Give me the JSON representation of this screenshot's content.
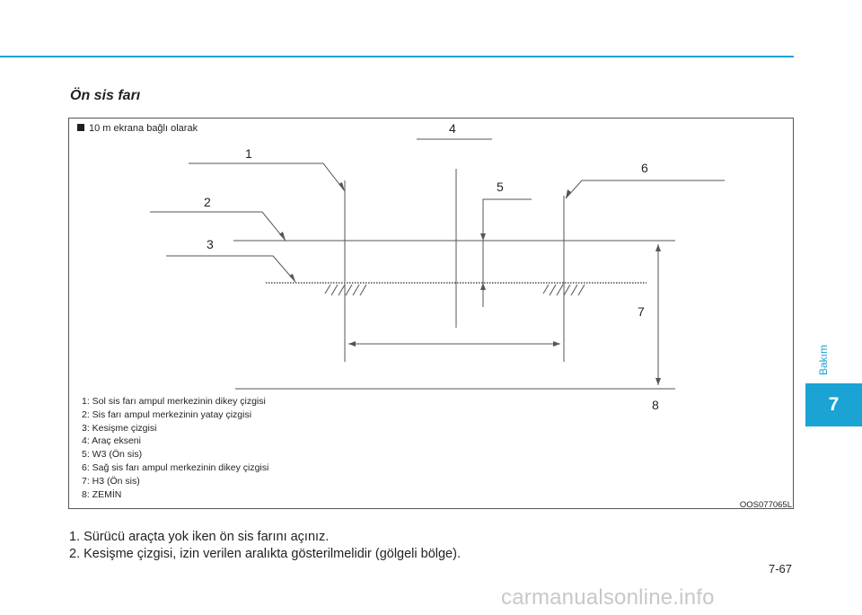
{
  "section_title": "Ön sis farı",
  "figure": {
    "caption": "10 m ekrana bağlı olarak",
    "code": "OOS077065L",
    "callouts": [
      "1",
      "2",
      "3",
      "4",
      "5",
      "6",
      "7",
      "8"
    ],
    "legend": [
      "1: Sol sis farı ampul merkezinin dikey çizgisi",
      "2: Sis farı ampul merkezinin yatay çizgisi",
      "3: Kesişme çizgisi",
      "4: Araç ekseni",
      "5: W3 (Ön sis)",
      "6: Sağ sis farı ampul merkezinin dikey çizgisi",
      "7: H3 (Ön sis)",
      "8: ZEMİN"
    ]
  },
  "steps": [
    "1. Sürücü araçta yok iken ön sis farını açınız.",
    "2. Kesişme çizgisi, izin verilen aralıkta gösterilmelidir (gölgeli bölge)."
  ],
  "page_number": "7-67",
  "side_tab": {
    "label": "Bakım",
    "chapter": "7"
  },
  "watermark": "carmanualsonline.info",
  "colors": {
    "accent": "#1ba3d4",
    "text": "#231f20"
  }
}
